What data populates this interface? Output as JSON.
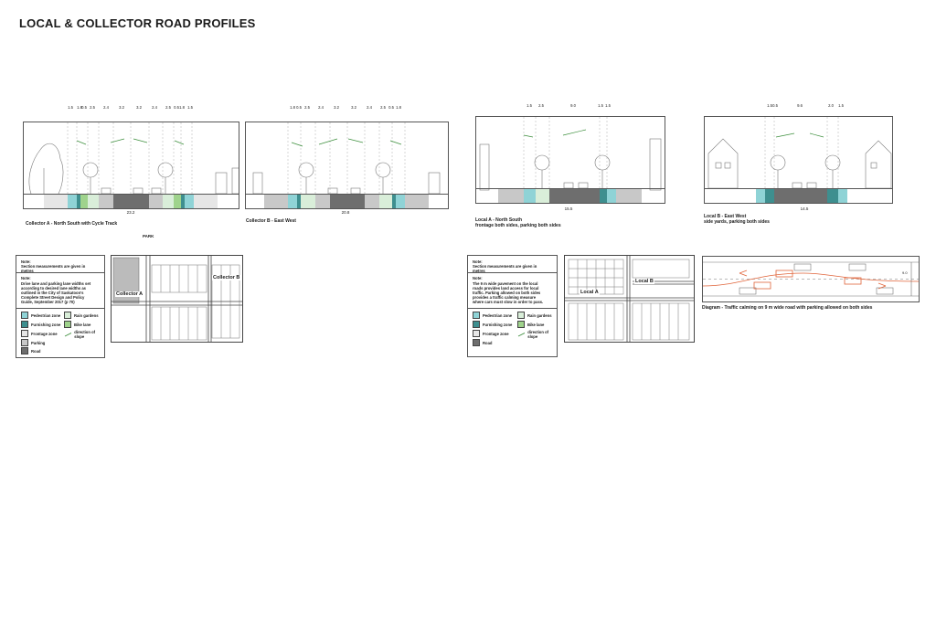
{
  "page_title": "LOCAL & COLLECTOR ROAD PROFILES",
  "colors": {
    "pedestrian": "#8fd3d6",
    "rain_garden": "#d9eed9",
    "furnishing": "#3e8f8f",
    "bike_lane": "#9fd38c",
    "frontage": "#e6e6e6",
    "parking": "#c8c8c8",
    "road": "#6e6e6e",
    "slope_arrow": "#3d8f3d",
    "calming_orange": "#e0643a"
  },
  "sections": {
    "collector_a": {
      "dims": [
        "1.5",
        "1.8",
        "0.5",
        "2.5",
        "2.4",
        "3.2",
        "3.2",
        "2.4",
        "2.5",
        "0.5",
        "1.8",
        "1.5"
      ],
      "total": "23.2",
      "caption": "Collector A - North South with Cycle Track"
    },
    "collector_b": {
      "dims": [
        "1.8",
        "0.5",
        "2.5",
        "2.4",
        "3.2",
        "3.2",
        "2.4",
        "2.5",
        "0.5",
        "1.8"
      ],
      "total": "20.8",
      "caption": "Collector B - East West"
    },
    "local_a": {
      "dims": [
        "1.5",
        "2.5",
        "9.0",
        "1.5",
        "1.5"
      ],
      "total": "15.5",
      "caption_line1": "Local A - North South",
      "caption_line2": "frontage both sides, parking both sides"
    },
    "local_b": {
      "dims": [
        "1.5",
        "0.5",
        "9.6",
        "2.0",
        "1.5"
      ],
      "total": "14.5",
      "caption_line1": "Local B - East West",
      "caption_line2": "side yards, parking both sides"
    }
  },
  "park_label": "PARK",
  "legend_left": {
    "note1_head": "Note:",
    "note1_text": "Section measurements are given in metres",
    "note2_head": "Note:",
    "note2_text": "Drive lane and parking lane widths set according to desired lane widths as outlined in the City of Saskatoon's Complete Street Design and Policy Guide, September 2017 (p 70)",
    "items": {
      "pedestrian": "Pedestrian zone",
      "rain_garden": "Rain gardens",
      "furnishing": "Furnishing zone",
      "bike_lane": "Bike lane",
      "frontage": "Frontage zone",
      "slope": "direction of slope",
      "parking": "Parking",
      "road": "Road"
    }
  },
  "legend_right": {
    "note1_head": "Note:",
    "note1_text": "Section measurements are given in metres",
    "note2_head": "Note:",
    "note2_text": "The 9 m wide pavement on the local roads provides land access for local traffic. Parking allowed on both sides provides a traffic calming measure where cars must slow in order to pass.",
    "items": {
      "pedestrian": "Pedestrian zone",
      "rain_garden": "Rain gardens",
      "furnishing": "Furnishing zone",
      "bike_lane": "Bike lane",
      "frontage": "Frontage zone",
      "slope": "direction of slope",
      "road": "Road"
    }
  },
  "map_left": {
    "label_a": "Collector A",
    "label_b": "Collector B"
  },
  "map_right": {
    "label_a": "Local A",
    "label_b": "Local B"
  },
  "calming_diagram": {
    "caption": "Diagram - Traffic calming on 9 m wide road with parking allowed on both sides",
    "width_label": "9.0"
  }
}
